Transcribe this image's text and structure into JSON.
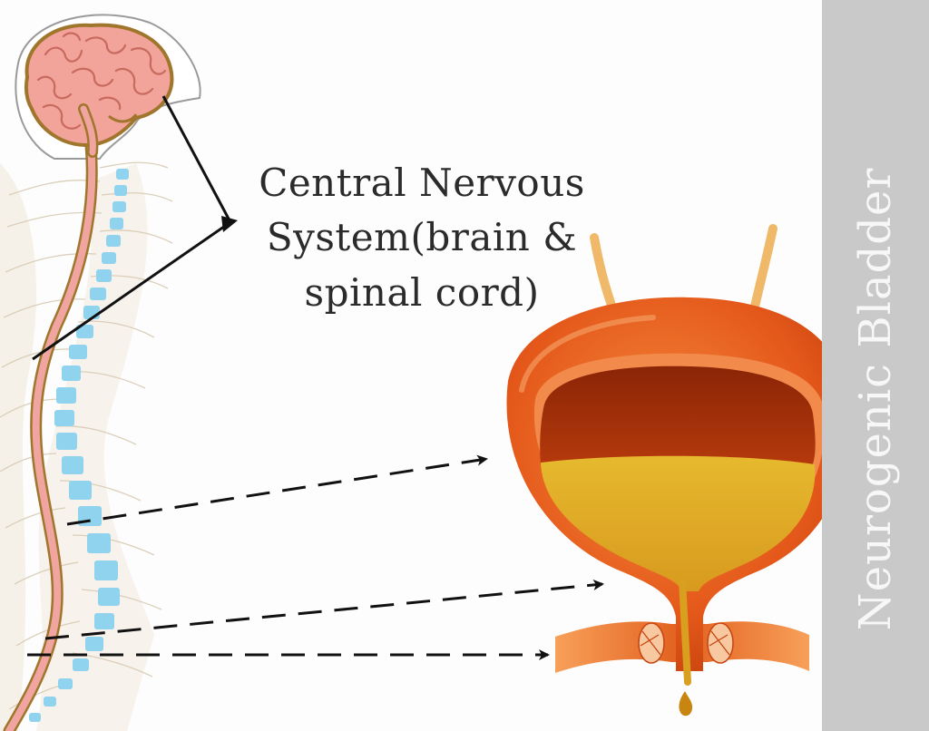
{
  "title": "Neurogenic Bladder",
  "labels": {
    "cns_line1": "Central Nervous",
    "cns_line2": "System(brain &",
    "cns_line3": "spinal cord)"
  },
  "colors": {
    "brain": "#f2a39a",
    "brain_outline": "#a0752c",
    "spinal_cord": "#f0a5a0",
    "vertebrae": "#8fd3ee",
    "bladder_wall": "#e45a18",
    "bladder_inner": "#9e2c08",
    "urine": "#e2b22a",
    "side_band": "#c9c9c9",
    "text": "#2b2b2b"
  }
}
